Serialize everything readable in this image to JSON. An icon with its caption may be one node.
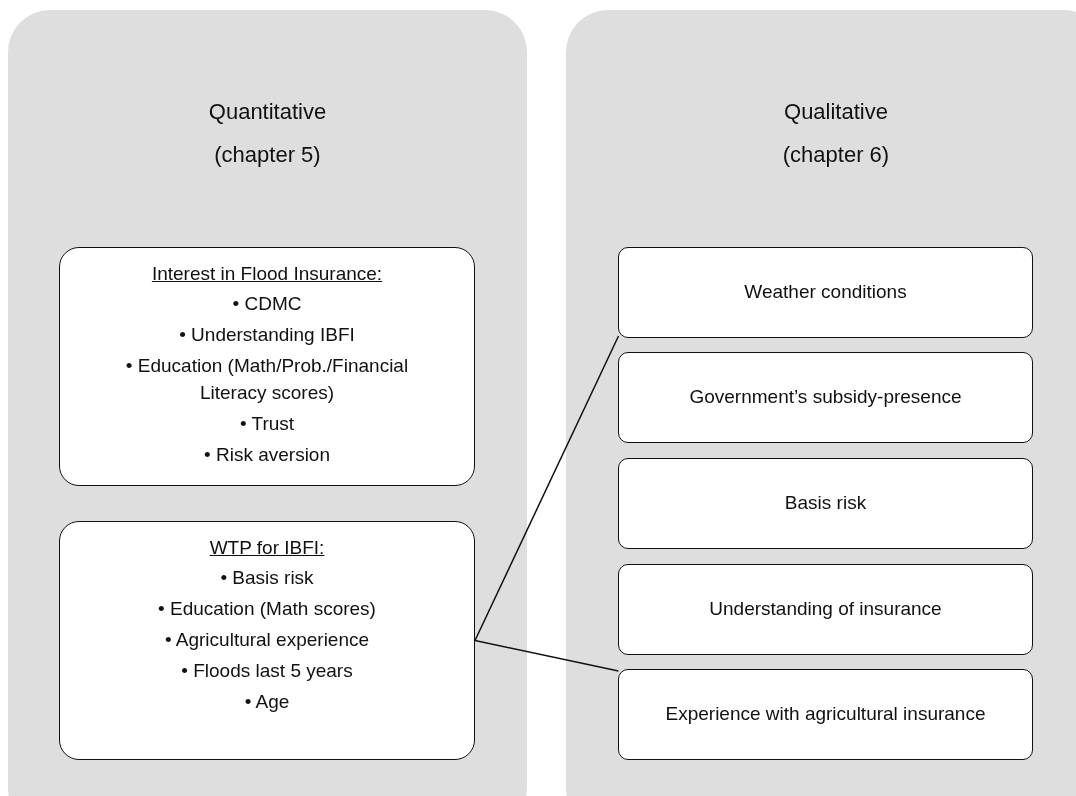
{
  "diagram": {
    "nodes": [
      {
        "text": [
          "Quantitative (chapter 5)"
        ]
      },
      {
        "text": [
          "Interest in Flood Insurance:",
          "• CDMC",
          "• Understanding IBFI",
          "• Education (Math/Prob./Financial Literacy scores)",
          "• Trust",
          "• Risk aversion"
        ],
        "in": 0
      },
      {
        "text": [
          "WTP for IBFI:",
          "• Basis risk",
          "• Education (Math scores)",
          "• Agricultural experience",
          "• Floods last 5 years",
          "• Age"
        ],
        "in": 0
      },
      {
        "text": [
          "Qualitative (chapter 6)"
        ]
      },
      {
        "text": [
          "Weather conditions"
        ],
        "in": 3
      },
      {
        "text": [
          "Government’s subsidy-presence"
        ],
        "in": 3
      },
      {
        "text": [
          "Basis risk"
        ],
        "in": 3
      },
      {
        "text": [
          "Understanding of insurance"
        ],
        "in": 3
      },
      {
        "text": [
          "Experience with agricultural insurance"
        ],
        "in": 3
      }
    ],
    "edges": [
      {
        "from": 2,
        "to": 4,
        "arrow": "none"
      },
      {
        "from": 2,
        "to": 8,
        "arrow": "none"
      }
    ]
  }
}
